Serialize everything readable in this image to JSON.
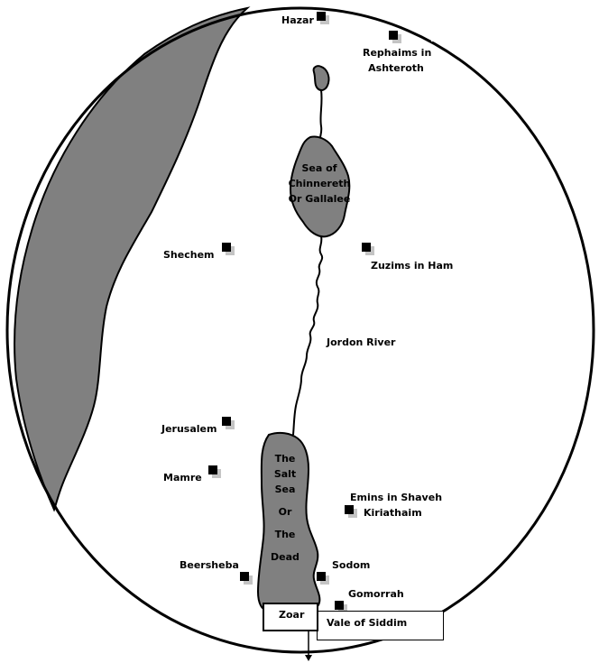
{
  "places": {
    "hazar": "Hazar",
    "rephaims_line1": "Rephaims in",
    "rephaims_line2": "Ashteroth",
    "shechem": "Shechem",
    "zuzims": "Zuzims in Ham",
    "jerusalem": "Jerusalem",
    "mamre": "Mamre",
    "emins_line1": "Emins in Shaveh",
    "emins_line2": "Kiriathaim",
    "beersheba": "Beersheba",
    "sodom": "Sodom",
    "gomorrah": "Gomorrah"
  },
  "waters": {
    "chinnereth_line1": "Sea of",
    "chinnereth_line2": "Chinnereth",
    "chinnereth_line3": "Or Gallalee",
    "jordan": "Jordon River",
    "salt_line1": "The",
    "salt_line2": "Salt",
    "salt_line3": "Sea",
    "salt_line4": "Or",
    "salt_line5": "The",
    "salt_line6": "Dead"
  },
  "boxes": {
    "zoar": "Zoar",
    "vale": "Vale of  Siddim"
  },
  "colors": {
    "water": "#808080",
    "land": "#ffffff",
    "outline": "#000000",
    "marker": "#000000",
    "marker_shadow": "#c4c4c4"
  }
}
